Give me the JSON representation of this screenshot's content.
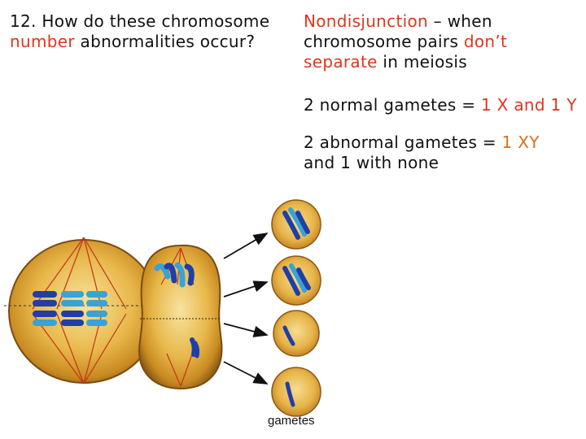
{
  "question": {
    "part1": "12.  How do these chromosome ",
    "part2": "number",
    "part3": " abnormalities occur?"
  },
  "definition": {
    "term": "Nondisjunction",
    "part1": " – when chromosome pairs ",
    "highlight1": "don’t separate",
    "part2": " in meiosis"
  },
  "normal": {
    "part1": "2 normal gametes = ",
    "highlight": "1 X and 1 Y"
  },
  "abnormal": {
    "part1": "2 abnormal gametes = ",
    "highlight": "1 XY",
    "part2": " and 1 with none"
  },
  "diagram": {
    "gametes_label": "gametes"
  },
  "colors": {
    "accent_red": "#e0361c",
    "accent_orange": "#d9701a",
    "cell_fill": "#e8b84a",
    "chromosome_dark": "#1f3fa8",
    "chromosome_light": "#3aa2d6"
  }
}
